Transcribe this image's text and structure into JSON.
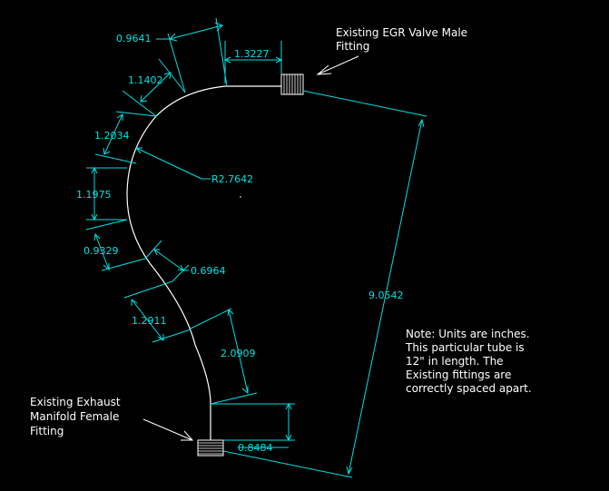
{
  "colors": {
    "background": "#000000",
    "dimension": "#00e0e0",
    "tube": "#ffffff",
    "text": "#ffffff"
  },
  "labels": {
    "egr_fitting_line1": "Existing EGR Valve Male",
    "egr_fitting_line2": "Fitting",
    "exhaust_fitting_line1": "Existing Exhaust",
    "exhaust_fitting_line2": "Manifold Female",
    "exhaust_fitting_line3": "Fitting"
  },
  "note": {
    "line1": "Note: Units are inches.",
    "line2": "This particular tube is",
    "line3": "12\" in length.  The",
    "line4": "Existing fittings are",
    "line5": "correctly spaced apart."
  },
  "dimensions": {
    "d_0_9641": "0.9641",
    "d_1_3227": "1.3227",
    "d_1_1402": "1.1402",
    "d_1_2034": "1.2034",
    "r_2_7642": "R2.7642",
    "d_1_1975": "1.1975",
    "d_0_9329": "0.9329",
    "d_0_6964": "0.6964",
    "d_1_2911": "1.2911",
    "d_2_0909": "2.0909",
    "d_0_8484": "0.8484",
    "d_9_0542": "9.0542"
  }
}
